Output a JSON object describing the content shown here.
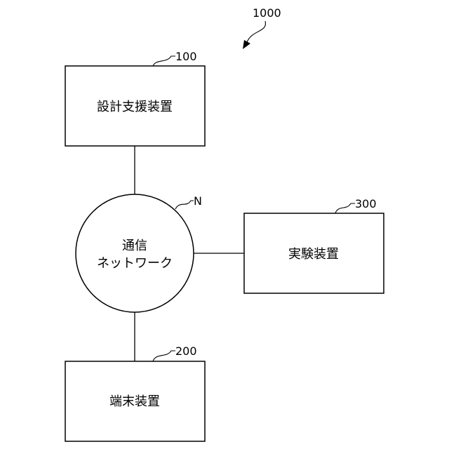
{
  "figure": {
    "ref": "1000"
  },
  "nodes": {
    "design_support": {
      "ref": "100",
      "label": "設計支援装置"
    },
    "network": {
      "ref": "N",
      "label_line1": "通信",
      "label_line2": "ネットワーク"
    },
    "experiment": {
      "ref": "300",
      "label": "実験装置"
    },
    "terminal": {
      "ref": "200",
      "label": "端末装置"
    }
  }
}
